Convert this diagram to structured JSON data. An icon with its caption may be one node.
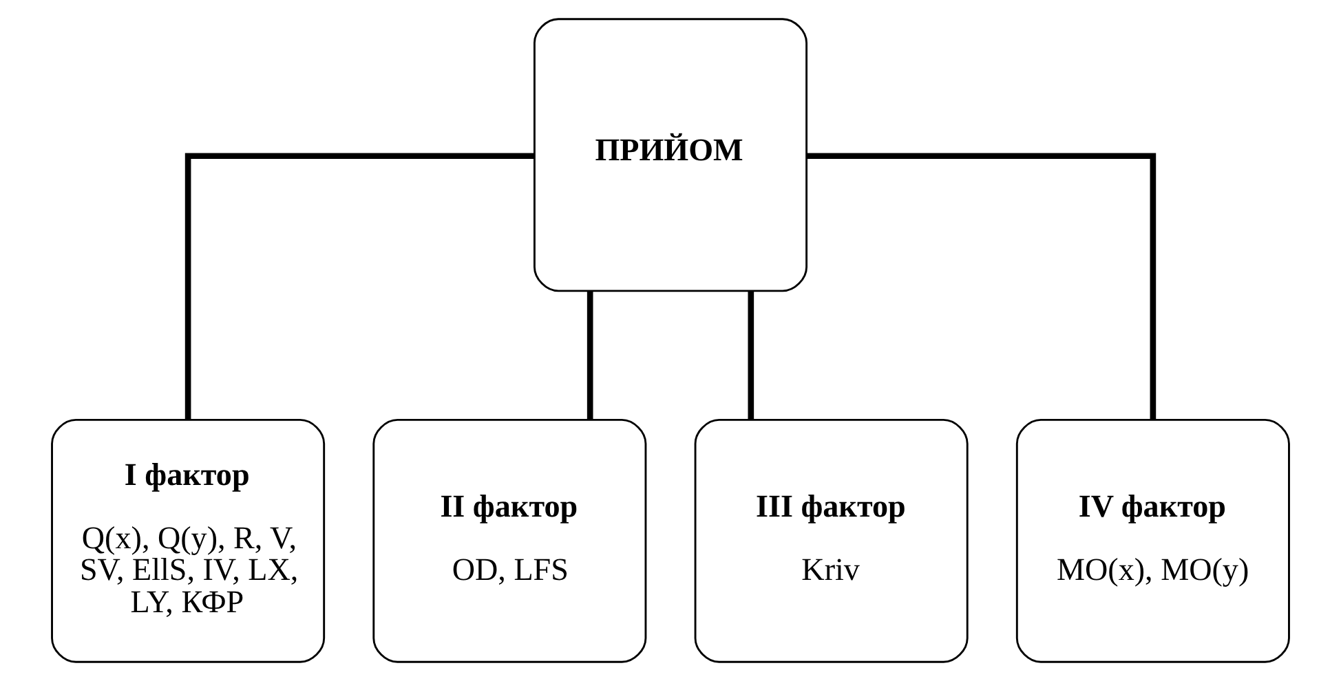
{
  "diagram": {
    "nodes": [
      {
        "text": [
          "ПРИЙОМ"
        ]
      },
      {
        "text": [
          "I фактор",
          "Q(x), Q(y), R, V, SV, EllS, IV, LX, LY, КФР"
        ]
      },
      {
        "text": [
          "II фактор",
          "OD, LFS"
        ]
      },
      {
        "text": [
          "III фактор",
          "Kriv"
        ]
      },
      {
        "text": [
          "IV фактор",
          "MO(x), MO(y)"
        ]
      }
    ],
    "edges": [
      {
        "from": 0,
        "to": 1,
        "arrow": "none"
      },
      {
        "from": 0,
        "to": 2,
        "arrow": "none"
      },
      {
        "from": 0,
        "to": 3,
        "arrow": "none"
      },
      {
        "from": 0,
        "to": 4,
        "arrow": "none"
      }
    ]
  }
}
